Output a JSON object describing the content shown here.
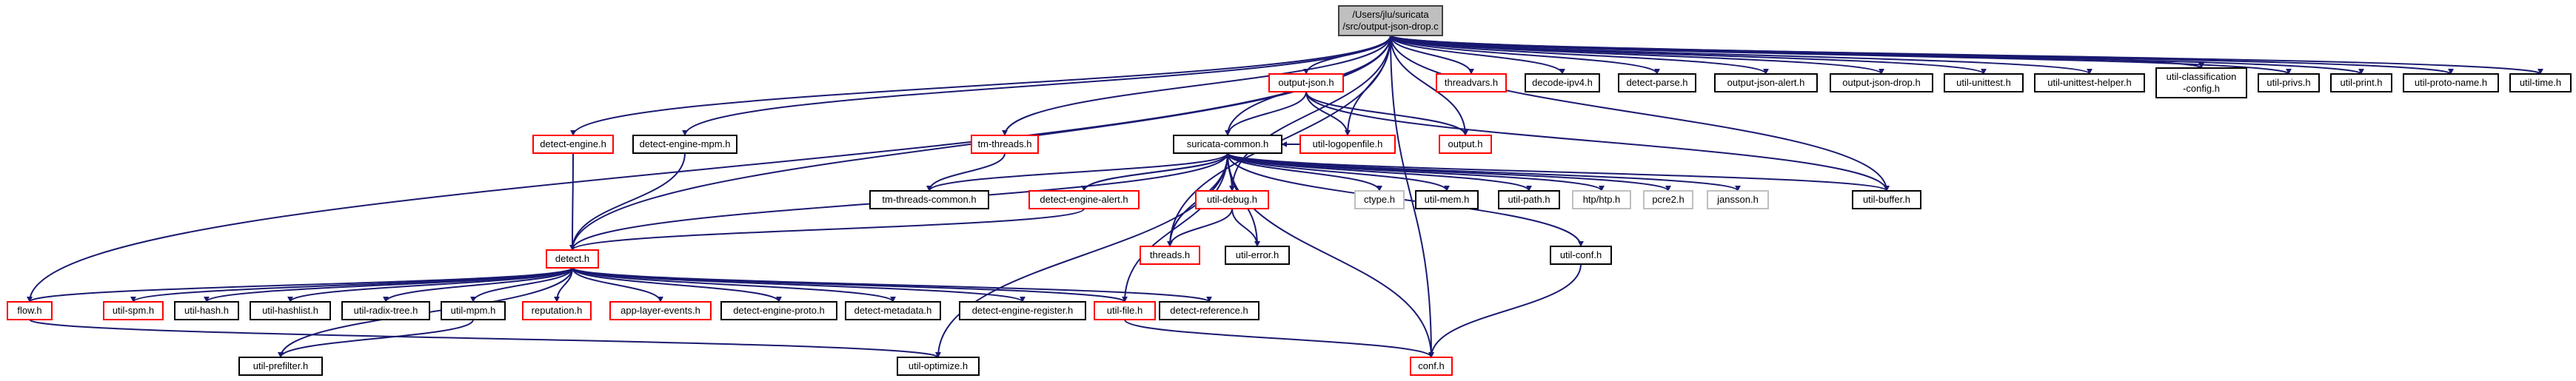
{
  "colors": {
    "edge": "#191970",
    "root_fill": "#bfbfbf",
    "root_border": "#404040",
    "linked_border": "#000000",
    "unlinked_border": "#ff0000",
    "unresolved_border": "#bfbfbf",
    "unresolved_text": "#808080",
    "background": "#ffffff"
  },
  "nodes": [
    {
      "id": "root",
      "lines": [
        "/Users/jlu/suricata",
        "/src/output-json-drop.c"
      ],
      "kind": "root"
    },
    {
      "id": "flow",
      "lines": [
        "flow.h"
      ],
      "kind": "unlinked"
    },
    {
      "id": "detect-engine",
      "lines": [
        "detect-engine.h"
      ],
      "kind": "unlinked"
    },
    {
      "id": "detect-engine-mpm",
      "lines": [
        "detect-engine-mpm.h"
      ],
      "kind": "linked"
    },
    {
      "id": "tm-threads",
      "lines": [
        "tm-threads.h"
      ],
      "kind": "unlinked"
    },
    {
      "id": "output-json",
      "lines": [
        "output-json.h"
      ],
      "kind": "unlinked"
    },
    {
      "id": "threadvars",
      "lines": [
        "threadvars.h"
      ],
      "kind": "unlinked"
    },
    {
      "id": "decode-ipv4",
      "lines": [
        "decode-ipv4.h"
      ],
      "kind": "linked"
    },
    {
      "id": "detect-parse",
      "lines": [
        "detect-parse.h"
      ],
      "kind": "linked"
    },
    {
      "id": "output-json-alert",
      "lines": [
        "output-json-alert.h"
      ],
      "kind": "linked"
    },
    {
      "id": "output-json-drop",
      "lines": [
        "output-json-drop.h"
      ],
      "kind": "linked"
    },
    {
      "id": "util-unittest",
      "lines": [
        "util-unittest.h"
      ],
      "kind": "linked"
    },
    {
      "id": "util-unittest-helper",
      "lines": [
        "util-unittest-helper.h"
      ],
      "kind": "linked"
    },
    {
      "id": "util-classification-config",
      "lines": [
        "util-classification",
        "-config.h"
      ],
      "kind": "linked"
    },
    {
      "id": "util-privs",
      "lines": [
        "util-privs.h"
      ],
      "kind": "linked"
    },
    {
      "id": "util-print",
      "lines": [
        "util-print.h"
      ],
      "kind": "linked"
    },
    {
      "id": "util-proto-name",
      "lines": [
        "util-proto-name.h"
      ],
      "kind": "linked"
    },
    {
      "id": "util-time",
      "lines": [
        "util-time.h"
      ],
      "kind": "linked"
    },
    {
      "id": "suricata-common",
      "lines": [
        "suricata-common.h"
      ],
      "kind": "linked"
    },
    {
      "id": "util-logopenfile",
      "lines": [
        "util-logopenfile.h"
      ],
      "kind": "unlinked"
    },
    {
      "id": "output",
      "lines": [
        "output.h"
      ],
      "kind": "unlinked"
    },
    {
      "id": "tm-threads-common",
      "lines": [
        "tm-threads-common.h"
      ],
      "kind": "linked"
    },
    {
      "id": "detect-engine-alert",
      "lines": [
        "detect-engine-alert.h"
      ],
      "kind": "unlinked"
    },
    {
      "id": "util-debug",
      "lines": [
        "util-debug.h"
      ],
      "kind": "unlinked"
    },
    {
      "id": "ctype",
      "lines": [
        "ctype.h"
      ],
      "kind": "unresolved"
    },
    {
      "id": "util-mem",
      "lines": [
        "util-mem.h"
      ],
      "kind": "linked"
    },
    {
      "id": "util-path",
      "lines": [
        "util-path.h"
      ],
      "kind": "linked"
    },
    {
      "id": "htp",
      "lines": [
        "htp/htp.h"
      ],
      "kind": "unresolved"
    },
    {
      "id": "pcre2",
      "lines": [
        "pcre2.h"
      ],
      "kind": "unresolved"
    },
    {
      "id": "jansson",
      "lines": [
        "jansson.h"
      ],
      "kind": "unresolved"
    },
    {
      "id": "util-buffer",
      "lines": [
        "util-buffer.h"
      ],
      "kind": "linked"
    },
    {
      "id": "detect",
      "lines": [
        "detect.h"
      ],
      "kind": "unlinked"
    },
    {
      "id": "threads",
      "lines": [
        "threads.h"
      ],
      "kind": "unlinked"
    },
    {
      "id": "util-error",
      "lines": [
        "util-error.h"
      ],
      "kind": "linked"
    },
    {
      "id": "util-conf",
      "lines": [
        "util-conf.h"
      ],
      "kind": "linked"
    },
    {
      "id": "util-spm",
      "lines": [
        "util-spm.h"
      ],
      "kind": "unlinked"
    },
    {
      "id": "util-hash",
      "lines": [
        "util-hash.h"
      ],
      "kind": "linked"
    },
    {
      "id": "util-hashlist",
      "lines": [
        "util-hashlist.h"
      ],
      "kind": "linked"
    },
    {
      "id": "util-radix-tree",
      "lines": [
        "util-radix-tree.h"
      ],
      "kind": "linked"
    },
    {
      "id": "util-mpm",
      "lines": [
        "util-mpm.h"
      ],
      "kind": "linked"
    },
    {
      "id": "reputation",
      "lines": [
        "reputation.h"
      ],
      "kind": "unlinked"
    },
    {
      "id": "app-layer-events",
      "lines": [
        "app-layer-events.h"
      ],
      "kind": "unlinked"
    },
    {
      "id": "detect-engine-proto",
      "lines": [
        "detect-engine-proto.h"
      ],
      "kind": "linked"
    },
    {
      "id": "detect-metadata",
      "lines": [
        "detect-metadata.h"
      ],
      "kind": "linked"
    },
    {
      "id": "detect-engine-register",
      "lines": [
        "detect-engine-register.h"
      ],
      "kind": "linked"
    },
    {
      "id": "util-file",
      "lines": [
        "util-file.h"
      ],
      "kind": "unlinked"
    },
    {
      "id": "detect-reference",
      "lines": [
        "detect-reference.h"
      ],
      "kind": "linked"
    },
    {
      "id": "util-prefilter",
      "lines": [
        "util-prefilter.h"
      ],
      "kind": "linked"
    },
    {
      "id": "util-optimize",
      "lines": [
        "util-optimize.h"
      ],
      "kind": "linked"
    },
    {
      "id": "conf",
      "lines": [
        "conf.h"
      ],
      "kind": "unlinked"
    }
  ],
  "edges": [
    [
      "root",
      "flow"
    ],
    [
      "root",
      "detect-engine"
    ],
    [
      "root",
      "detect-engine-mpm"
    ],
    [
      "root",
      "tm-threads"
    ],
    [
      "root",
      "output-json"
    ],
    [
      "root",
      "threadvars"
    ],
    [
      "root",
      "decode-ipv4"
    ],
    [
      "root",
      "detect-parse"
    ],
    [
      "root",
      "output-json-alert"
    ],
    [
      "root",
      "output-json-drop"
    ],
    [
      "root",
      "util-unittest"
    ],
    [
      "root",
      "util-unittest-helper"
    ],
    [
      "root",
      "util-classification-config"
    ],
    [
      "root",
      "util-privs"
    ],
    [
      "root",
      "util-print"
    ],
    [
      "root",
      "util-proto-name"
    ],
    [
      "root",
      "util-time"
    ],
    [
      "root",
      "suricata-common"
    ],
    [
      "root",
      "util-logopenfile"
    ],
    [
      "root",
      "output"
    ],
    [
      "root",
      "util-buffer"
    ],
    [
      "root",
      "detect"
    ],
    [
      "root",
      "util-debug"
    ],
    [
      "root",
      "threads"
    ],
    [
      "root",
      "conf"
    ],
    [
      "detect-engine",
      "detect"
    ],
    [
      "detect-engine-mpm",
      "detect"
    ],
    [
      "tm-threads",
      "tm-threads-common"
    ],
    [
      "output-json",
      "suricata-common"
    ],
    [
      "output-json",
      "util-logopenfile"
    ],
    [
      "output-json",
      "output"
    ],
    [
      "output-json",
      "util-buffer"
    ],
    [
      "suricata-common",
      "tm-threads-common"
    ],
    [
      "suricata-common",
      "detect-engine-alert"
    ],
    [
      "suricata-common",
      "util-debug"
    ],
    [
      "suricata-common",
      "ctype"
    ],
    [
      "suricata-common",
      "util-mem"
    ],
    [
      "suricata-common",
      "util-path"
    ],
    [
      "suricata-common",
      "htp"
    ],
    [
      "suricata-common",
      "pcre2"
    ],
    [
      "suricata-common",
      "jansson"
    ],
    [
      "suricata-common",
      "util-buffer"
    ],
    [
      "suricata-common",
      "threads"
    ],
    [
      "suricata-common",
      "util-error"
    ],
    [
      "suricata-common",
      "util-conf"
    ],
    [
      "suricata-common",
      "conf"
    ],
    [
      "suricata-common",
      "util-optimize"
    ],
    [
      "detect-engine-alert",
      "suricata-common"
    ],
    [
      "detect-engine-alert",
      "detect"
    ],
    [
      "util-debug",
      "suricata-common"
    ],
    [
      "util-debug",
      "threads"
    ],
    [
      "util-debug",
      "util-error"
    ],
    [
      "threads",
      "suricata-common"
    ],
    [
      "util-logopenfile",
      "suricata-common"
    ],
    [
      "util-conf",
      "conf"
    ],
    [
      "util-file",
      "suricata-common"
    ],
    [
      "util-file",
      "conf"
    ],
    [
      "detect",
      "suricata-common"
    ],
    [
      "detect",
      "flow"
    ],
    [
      "detect",
      "util-spm"
    ],
    [
      "detect",
      "util-hash"
    ],
    [
      "detect",
      "util-hashlist"
    ],
    [
      "detect",
      "util-radix-tree"
    ],
    [
      "detect",
      "util-mpm"
    ],
    [
      "detect",
      "reputation"
    ],
    [
      "detect",
      "app-layer-events"
    ],
    [
      "detect",
      "detect-engine-proto"
    ],
    [
      "detect",
      "detect-metadata"
    ],
    [
      "detect",
      "detect-engine-register"
    ],
    [
      "detect",
      "util-file"
    ],
    [
      "detect",
      "detect-reference"
    ],
    [
      "detect",
      "util-prefilter"
    ],
    [
      "util-mpm",
      "util-prefilter"
    ],
    [
      "flow",
      "util-optimize"
    ]
  ]
}
